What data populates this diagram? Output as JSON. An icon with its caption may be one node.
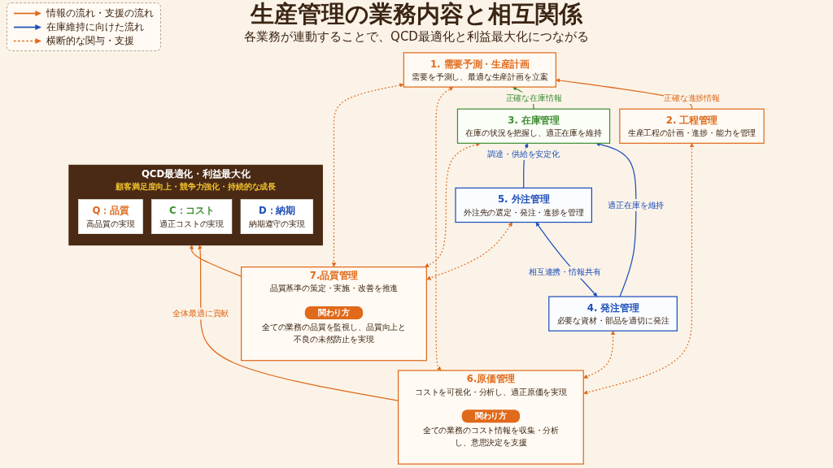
{
  "diagram": {
    "title": "生産管理の業務内容と相互関係",
    "nodes": [
      {
        "text": [
          "1. 需要予測・生産計画",
          "需要を予測し、最適な生産計画を立案"
        ]
      },
      {
        "text": [
          "2. 工程管理",
          "生産工程の計画・進捗・能力を管理"
        ]
      },
      {
        "text": [
          "3. 在庫管理",
          "在庫の状況を把握し、適正在庫を維持"
        ]
      },
      {
        "text": [
          "4. 発注管理",
          "必要な資材・部品を適切に発注"
        ]
      },
      {
        "text": [
          "5. 外注管理",
          "外注先の選定・発注・進捗を管理"
        ]
      },
      {
        "text": [
          "6.原価管理",
          "コストを可視化・分析し、適正原価を実現"
        ]
      },
      {
        "text": [
          "関わり方"
        ],
        "in": 5,
        "beside": [
          "全ての業務のコスト情報を収集・分析し、意思決定を支援"
        ]
      },
      {
        "text": [
          "7.品質管理",
          "品質基準の策定・実施・改善を推進"
        ]
      },
      {
        "text": [
          "関わり方"
        ],
        "in": 7,
        "beside": [
          "全ての業務の品質を監視し、品質向上と不良の未然防止を実現"
        ]
      },
      {
        "text": [
          "QCD最適化・利益最大化",
          "顧客満足度向上・競争力強化・持続的な成長"
        ]
      },
      {
        "text": [
          "Q：品質",
          "高品質の実現"
        ],
        "in": 9
      },
      {
        "text": [
          "C：コスト",
          "適正コストの実現"
        ],
        "in": 9
      },
      {
        "text": [
          "D：納期",
          "納期遵守の実現"
        ],
        "in": 9
      }
    ],
    "edges": [
      {
        "from": 1,
        "to": 0,
        "arrow": "to",
        "label": "正確な進捗情報"
      },
      {
        "from": 2,
        "to": 0,
        "arrow": "to",
        "label": "正確な在庫情報",
        "color": "#3f8f33"
      },
      {
        "from": 3,
        "to": 2,
        "arrow": "to",
        "label": "適正在庫を維持",
        "color": "#1e4fb8"
      },
      {
        "from": 4,
        "to": 2,
        "arrow": "to",
        "label": "調達・供給を安定化",
        "color": "#1e4fb8"
      },
      {
        "from": 3,
        "to": 4,
        "arrow": "both",
        "label": "相互連携・情報共有",
        "color": "#1e4fb8"
      },
      {
        "from": 5,
        "to": 0,
        "arrow": "both",
        "style": "dashed"
      },
      {
        "from": 5,
        "to": 1,
        "arrow": "both",
        "style": "dashed"
      },
      {
        "from": 5,
        "to": 3,
        "arrow": "both",
        "style": "dashed"
      },
      {
        "from": 7,
        "to": 0,
        "arrow": "both",
        "style": "dashed"
      },
      {
        "from": 7,
        "to": 2,
        "arrow": "both",
        "style": "dashed"
      },
      {
        "from": 7,
        "to": 4,
        "arrow": "both",
        "style": "dashed"
      },
      {
        "from": 5,
        "to": 9,
        "arrow": "to",
        "label": "全体最適に貢献"
      },
      {
        "from": 7,
        "to": 9,
        "arrow": "to"
      }
    ],
    "labels": [
      "各業務が連動することで、QCD最適化と利益最大化につながる"
    ],
    "legend": [
      {
        "text": "情報の流れ・支援の流れ"
      },
      {
        "text": "在庫維持に向けた流れ"
      },
      {
        "text": "横断的な関与・支援"
      }
    ]
  }
}
